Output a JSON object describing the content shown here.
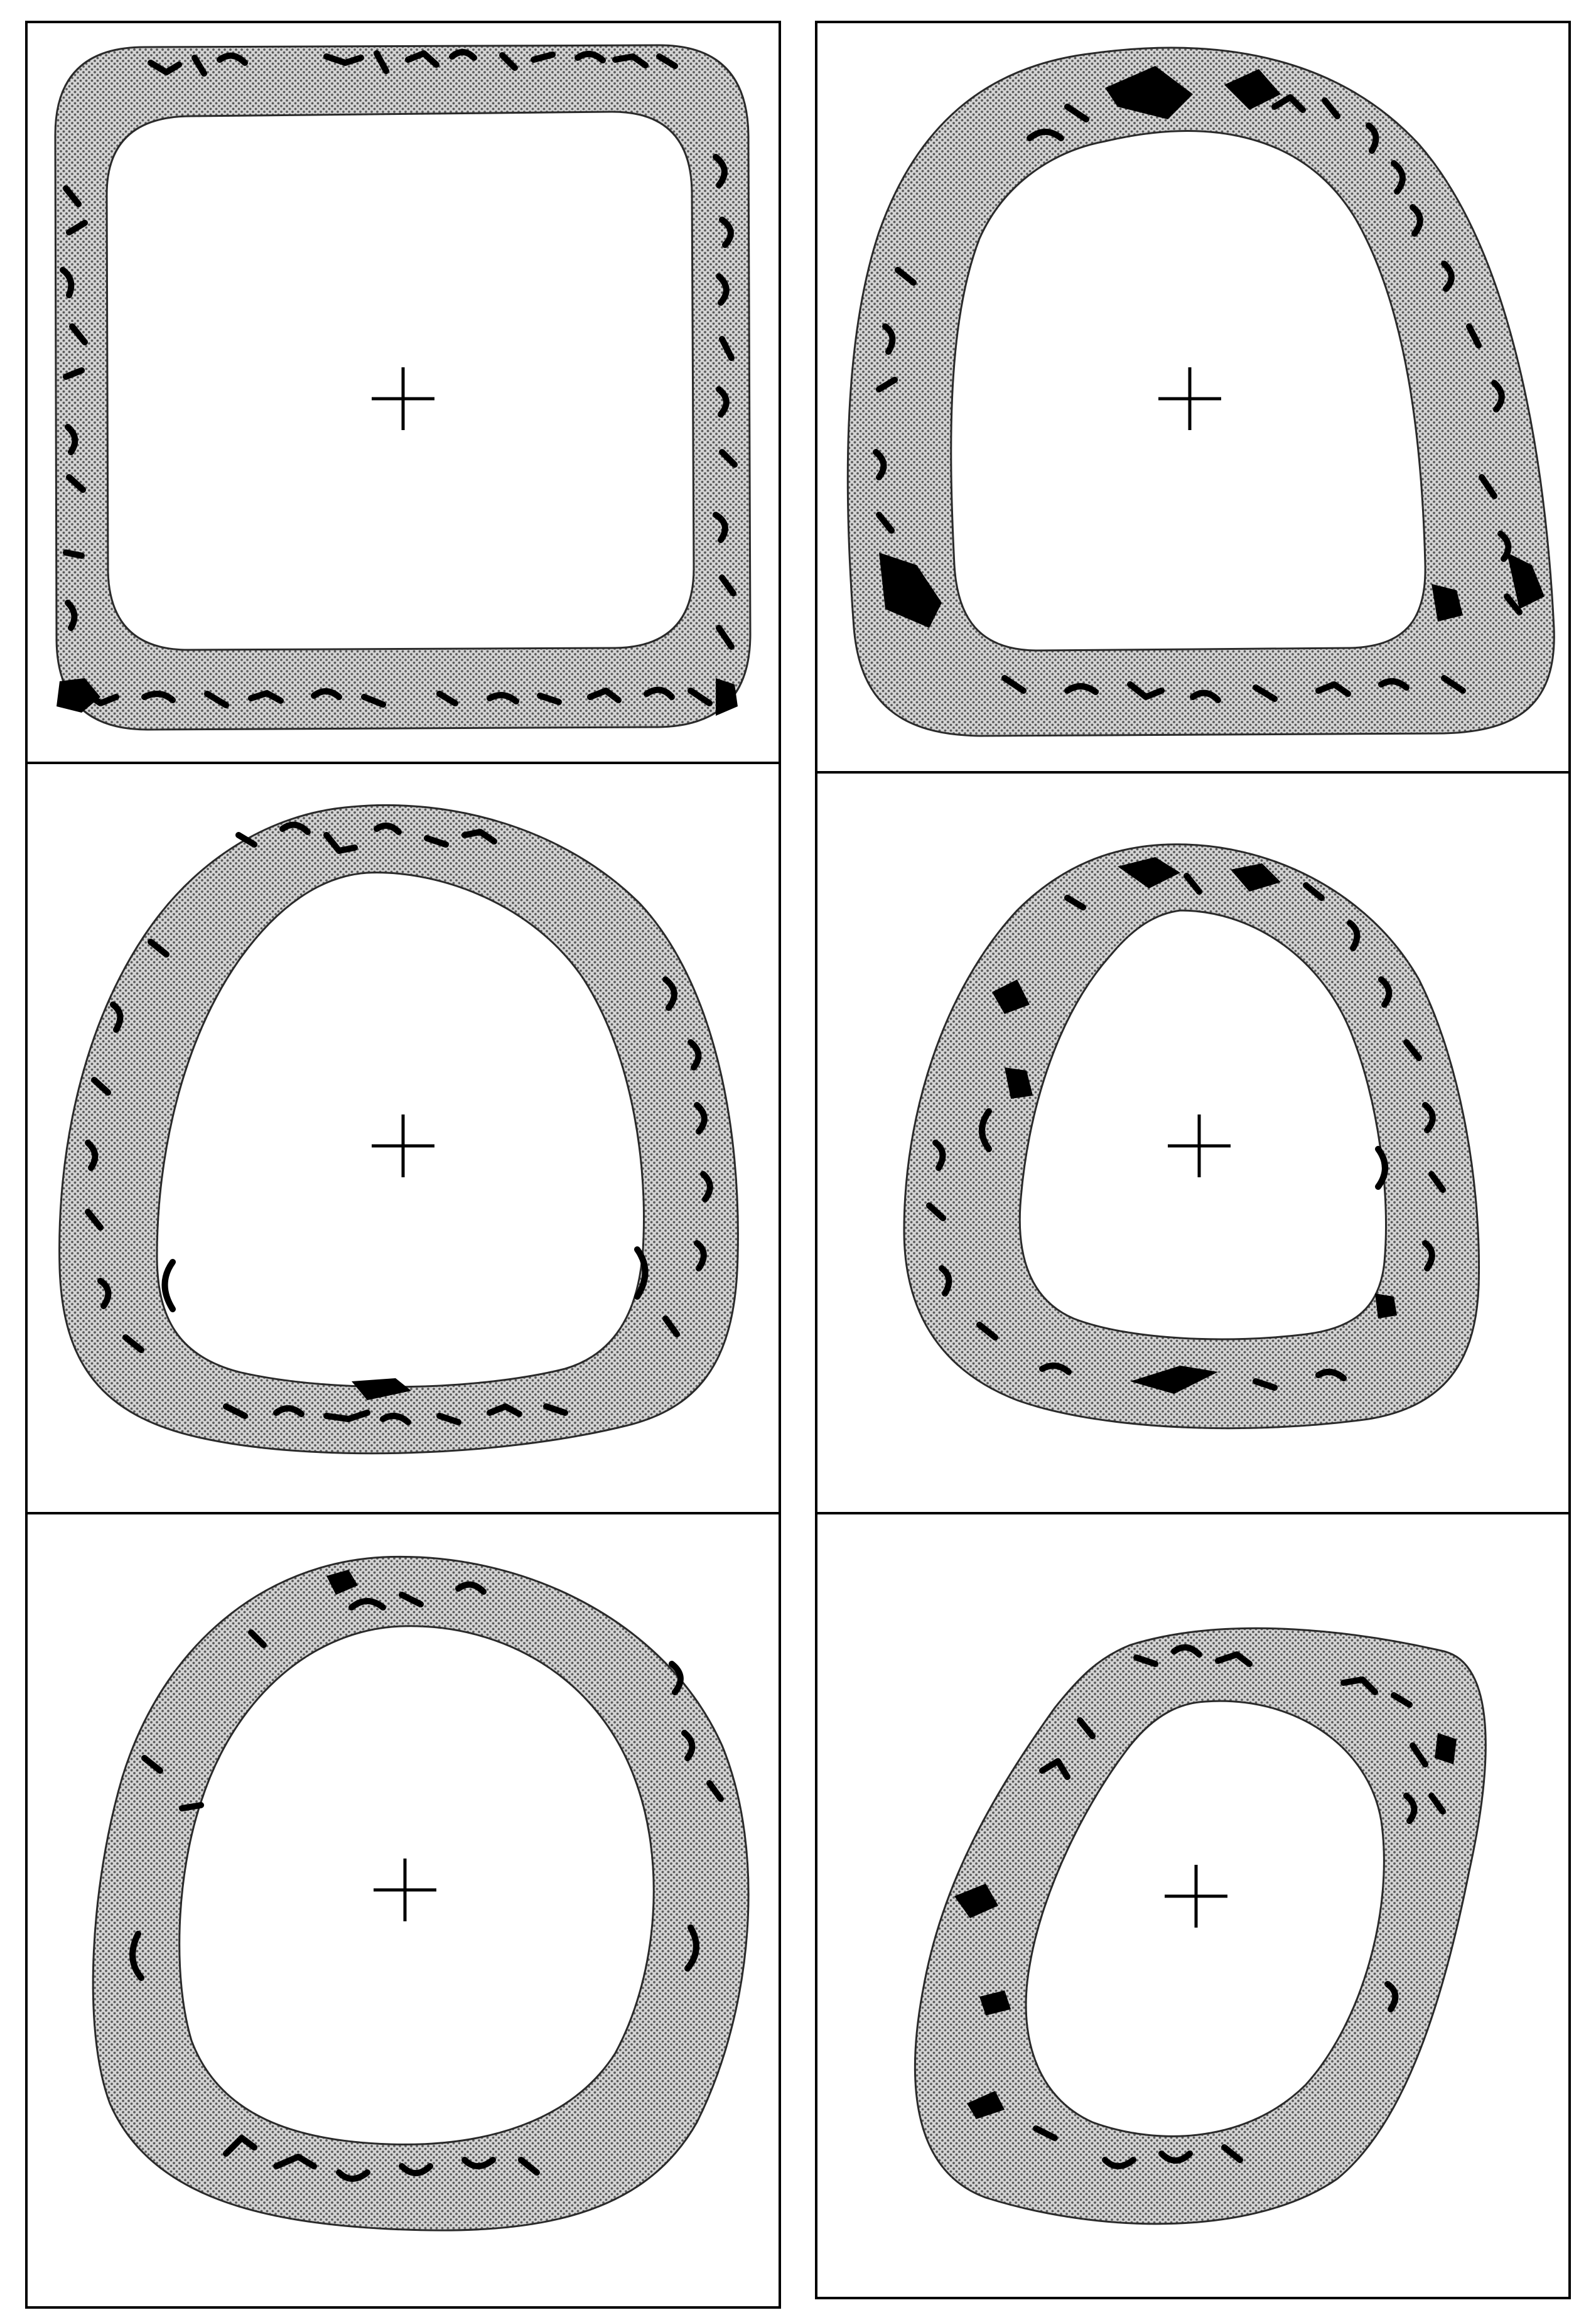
{
  "figure": {
    "panels": [
      {
        "id": "left-top",
        "column": "left",
        "row": 1,
        "shape": "rounded-square"
      },
      {
        "id": "right-top",
        "column": "right",
        "row": 1,
        "shape": "rounded-trapezoid"
      },
      {
        "id": "left-middle",
        "column": "left",
        "row": 2,
        "shape": "rounded-triangle"
      },
      {
        "id": "right-middle",
        "column": "right",
        "row": 2,
        "shape": "egg"
      },
      {
        "id": "left-bottom",
        "column": "left",
        "row": 3,
        "shape": "oval"
      },
      {
        "id": "right-bottom",
        "column": "right",
        "row": 3,
        "shape": "tilted-oval"
      }
    ],
    "colors": {
      "background": "#ffffff",
      "outline": "#000000",
      "stipple": "#8a8a8a"
    },
    "icons": [
      "crosshair-icon",
      "stipple-pattern",
      "crescent-mark"
    ]
  }
}
